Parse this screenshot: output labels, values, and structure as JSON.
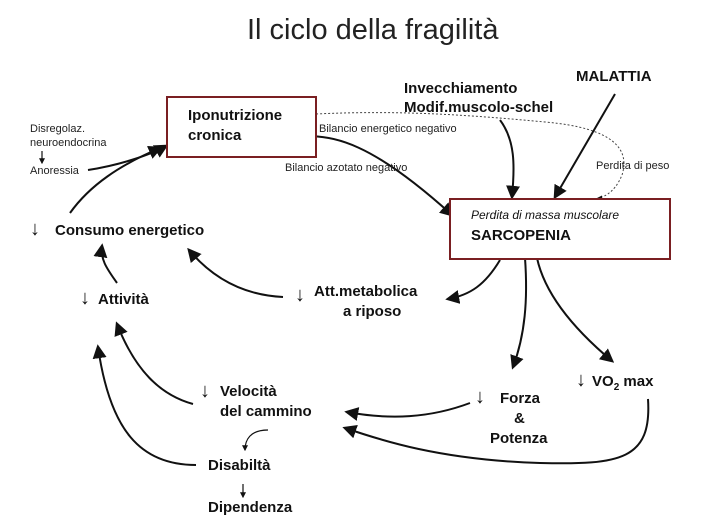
{
  "title": "Il ciclo della fragilità",
  "nodes": {
    "iponutrizione": [
      "Iponutrizione",
      "cronica"
    ],
    "invecchiamento": [
      "Invecchiamento",
      "Modif.muscolo-schel"
    ],
    "malattia": "MALATTIA",
    "disregolaz": [
      "Disregolaz.",
      "neuroendocrina"
    ],
    "anoressia": "Anoressia",
    "consumo": "Consumo energetico",
    "sarcopenia_italic": "Perdita di massa muscolare",
    "sarcopenia": "SARCOPENIA",
    "attivita": "Attività",
    "att_metabolica": [
      "Att.metabolica",
      "a riposo"
    ],
    "velocita": [
      "Velocità",
      "del cammino"
    ],
    "forza": [
      "Forza",
      "&",
      "Potenza"
    ],
    "vo2": "VO",
    "vo2_sub": "2",
    "vo2_suffix": " max",
    "disabilita": "Disabiltà",
    "dipendenza": "Dipendenza"
  },
  "edge_labels": {
    "bilancio_energetico": "Bilancio energetico negativo",
    "bilancio_azotato": "Bilancio azotato negativo",
    "perdita_peso": "Perdita di peso"
  },
  "symbols": {
    "down_arrow": "↓"
  },
  "colors": {
    "box_border": "#7a1f22",
    "arrow": "#111111"
  }
}
